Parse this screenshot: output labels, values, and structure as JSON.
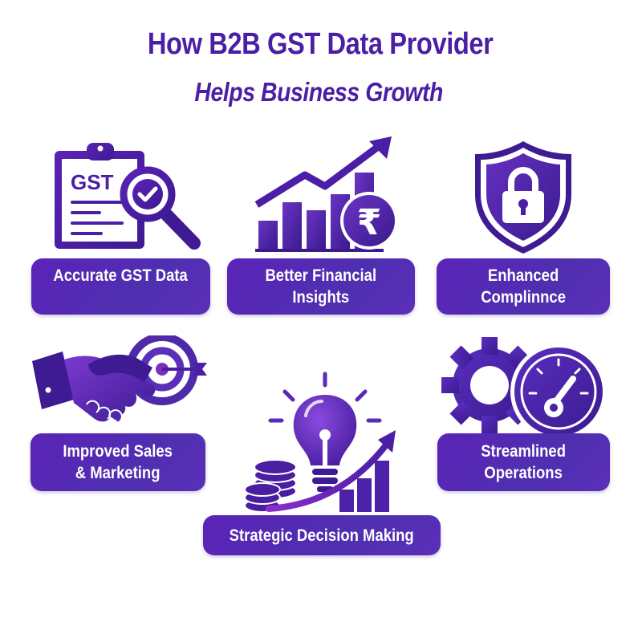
{
  "header": {
    "title_line1": "How B2B GST Data Provider",
    "title_line2": "Helps Business Growth"
  },
  "colors": {
    "primary": "#4b1ea6",
    "label_bg": "#5428b4",
    "label_text": "#ffffff",
    "background": "#ffffff"
  },
  "benefits": [
    {
      "label": "Accurate GST Data",
      "icon": "clipboard-magnifier-check-icon",
      "icon_text": "GST"
    },
    {
      "label": "Better Financial\nInsights",
      "icon": "growth-chart-rupee-icon",
      "icon_text": "₹"
    },
    {
      "label": "Enhanced\nComplinnce",
      "icon": "shield-lock-icon"
    },
    {
      "label": "Improved Sales\n& Marketing",
      "icon": "handshake-target-icon"
    },
    {
      "label": "Strategic Decision Making",
      "icon": "lightbulb-coins-growth-icon"
    },
    {
      "label": "Streamlined\nOperations",
      "icon": "gear-speedometer-icon"
    }
  ]
}
